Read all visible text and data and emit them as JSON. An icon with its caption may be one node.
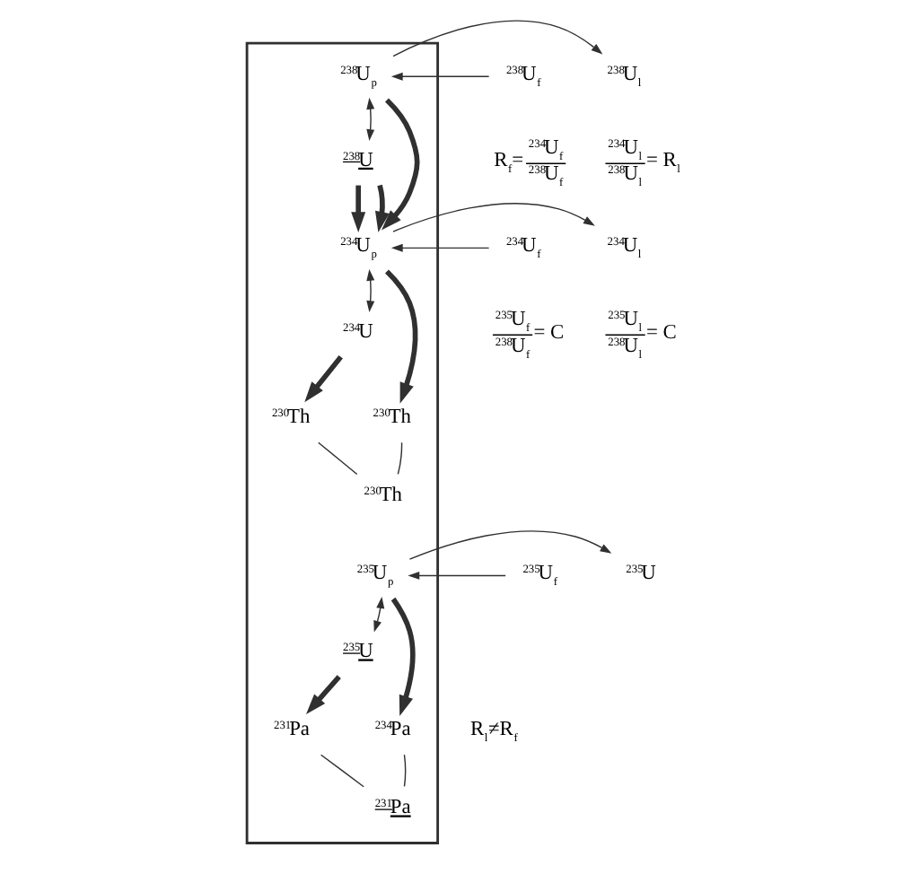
{
  "diagram": {
    "nodes": [
      {
        "text": [],
        "shape": "box"
      },
      {
        "text": [
          "$^{238}$U$_{f}$"
        ]
      },
      {
        "text": [
          "$^{234}$U$_{f}$"
        ]
      },
      {
        "text": [
          "$^{235}$U$_{f}$"
        ]
      },
      {
        "text": [
          "$^{238}$U$_{p}$"
        ],
        "in": 0
      },
      {
        "text": [
          "$^{238}$U"
        ],
        "in": 0
      },
      {
        "text": [
          "$^{234}$U$_{p}$"
        ],
        "in": 0
      },
      {
        "text": [
          "$^{234}$U"
        ],
        "in": 0
      },
      {
        "text": [
          "$^{230}$Th"
        ],
        "in": 0
      },
      {
        "text": [
          "$^{230}$Th"
        ],
        "in": 0
      },
      {
        "text": [
          "$^{230}$Th"
        ],
        "in": 0
      },
      {
        "text": [
          "$^{235}$U$_{p}$"
        ],
        "in": 0
      },
      {
        "text": [
          "$^{235}$U"
        ],
        "in": 0
      },
      {
        "text": [
          "$^{234}$Pa"
        ],
        "in": 0
      },
      {
        "text": [
          "$^{231}$Pa"
        ],
        "in": 0
      },
      {
        "text": [
          "$^{231}$Pa"
        ],
        "in": 0
      },
      {
        "text": [
          "$^{238}$U$_{l}$"
        ]
      },
      {
        "text": [
          "$^{234}$U$_{l}$"
        ]
      },
      {
        "text": [
          "$^{235}$U"
        ]
      }
    ],
    "edges": [
      {
        "from": 1,
        "to": 4,
        "arrow": "to"
      },
      {
        "from": 4,
        "to": 16,
        "arrow": "to"
      },
      {
        "from": 4,
        "to": 5,
        "arrow": "both"
      },
      {
        "from": 4,
        "to": 6,
        "arrow": "to",
        "style": "thick"
      },
      {
        "from": 5,
        "to": 6,
        "arrow": "to",
        "style": "thick"
      },
      {
        "from": 5,
        "to": 6,
        "arrow": "to",
        "style": "thick"
      },
      {
        "from": 2,
        "to": 6,
        "arrow": "to"
      },
      {
        "from": 6,
        "to": 17,
        "arrow": "to"
      },
      {
        "from": 6,
        "to": 7,
        "arrow": "both"
      },
      {
        "from": 6,
        "to": 8,
        "arrow": "to",
        "style": "thick"
      },
      {
        "from": 7,
        "to": 9,
        "arrow": "to",
        "style": "thick"
      },
      {
        "from": 8,
        "to": 10,
        "arrow": "none"
      },
      {
        "from": 9,
        "to": 10,
        "arrow": "none"
      },
      {
        "from": 3,
        "to": 11,
        "arrow": "to"
      },
      {
        "from": 11,
        "to": 18,
        "arrow": "to"
      },
      {
        "from": 11,
        "to": 12,
        "arrow": "both"
      },
      {
        "from": 11,
        "to": 13,
        "arrow": "to",
        "style": "thick"
      },
      {
        "from": 12,
        "to": 14,
        "arrow": "to",
        "style": "thick"
      },
      {
        "from": 13,
        "to": 15,
        "arrow": "none"
      },
      {
        "from": 14,
        "to": 15,
        "arrow": "none"
      }
    ],
    "labels": [
      "R$_{f}$=",
      "$^{234}$U$_{f}$",
      "$^{238}$U$_{f}$",
      "$^{235}$U$_{f}$",
      "$^{238}$U$_{f}$",
      "= C",
      "$^{234}$U$_{l}$",
      "$^{238}$U$_{l}$",
      "= R$_{l}$",
      "$^{235}$U$_{l}$",
      "$^{238}$U$_{l}$",
      "= C",
      "R$_{l}$≠R$_{f}$"
    ]
  }
}
